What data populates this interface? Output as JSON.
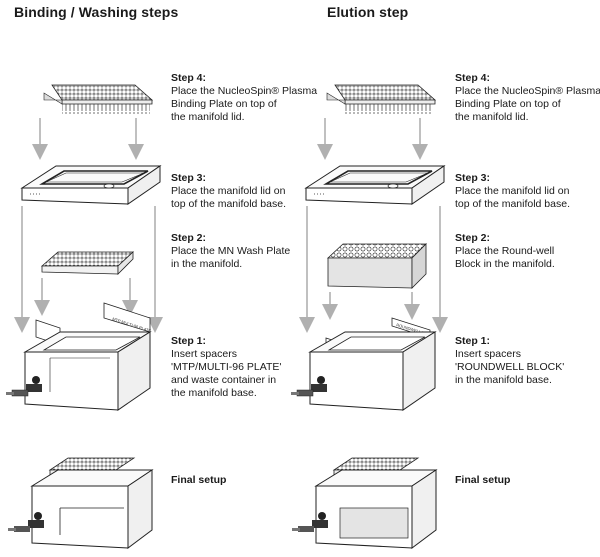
{
  "columns": [
    {
      "title": "Binding / Washing steps",
      "steps": [
        {
          "heading": "Step 4:",
          "lines": [
            "Place the NucleoSpin® Plasma",
            "Binding Plate on top of",
            "the manifold lid."
          ]
        },
        {
          "heading": "Step 3:",
          "lines": [
            "Place the manifold lid on",
            "top of the manifold base."
          ]
        },
        {
          "heading": "Step 2:",
          "lines": [
            "Place the MN Wash Plate",
            "in the manifold."
          ]
        },
        {
          "heading": "Step 1:",
          "lines": [
            "Insert spacers",
            "'MTP/MULTI-96 PLATE'",
            "and waste container in",
            "the manifold base."
          ]
        }
      ],
      "final": "Final setup"
    },
    {
      "title": "Elution step",
      "steps": [
        {
          "heading": "Step 4:",
          "lines": [
            "Place the NucleoSpin® Plasma",
            "Binding Plate on top of",
            "the manifold lid."
          ]
        },
        {
          "heading": "Step 3:",
          "lines": [
            "Place the manifold lid on",
            "top of the manifold base."
          ]
        },
        {
          "heading": "Step 2:",
          "lines": [
            "Place the Round-well",
            "Block in the manifold."
          ]
        },
        {
          "heading": "Step 1:",
          "lines": [
            "Insert spacers",
            "'ROUNDWELL BLOCK'",
            "in the manifold base."
          ]
        }
      ],
      "final": "Final setup"
    }
  ],
  "colors": {
    "line": "#222222",
    "arrow": "#b0b0b0",
    "plate": "#f2f2f2",
    "block": "#e4e4e4"
  }
}
